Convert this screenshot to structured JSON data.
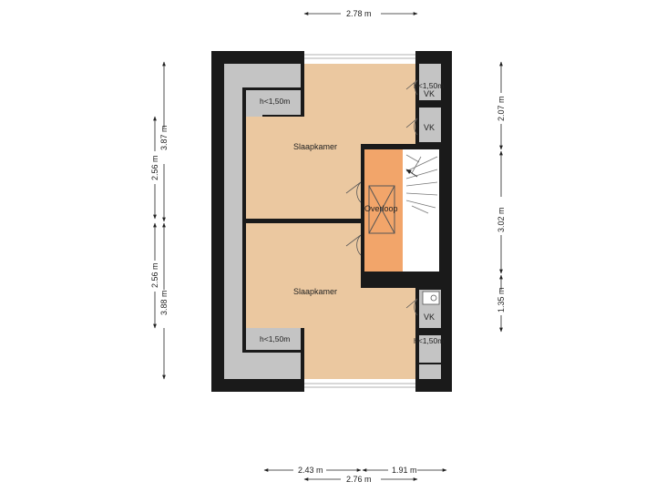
{
  "colors": {
    "wall": "#1a1a1a",
    "room_floor": "#ebc8a0",
    "landing_floor": "#f2a56a",
    "low_ceiling": "#c4c4c4",
    "stairs_bg": "#ffffff",
    "dimension_line": "#222222"
  },
  "rooms": {
    "bedroom_top": "Slaapkamer",
    "bedroom_bottom": "Slaapkamer",
    "landing": "Overloop",
    "vk_1": "VK",
    "vk_2": "VK",
    "vk_3": "VK"
  },
  "ceiling_notes": {
    "top_left": "h<1,50m",
    "bottom_left": "h<1,50m",
    "top_right": "h<1,50m",
    "bottom_right": "h<1,50m"
  },
  "dimensions": {
    "top_width": "2.78 m",
    "bottom_left": "2.43 m",
    "bottom_right": "1.91 m",
    "bottom_total": "2.76 m",
    "left_top_inner": "2.56 m",
    "left_top_outer": "3.87 m",
    "left_bottom_inner": "2.56 m",
    "left_bottom_outer": "3.88 m",
    "right_top": "2.07 m",
    "right_middle": "3.02 m",
    "right_bottom": "1.35 m"
  }
}
